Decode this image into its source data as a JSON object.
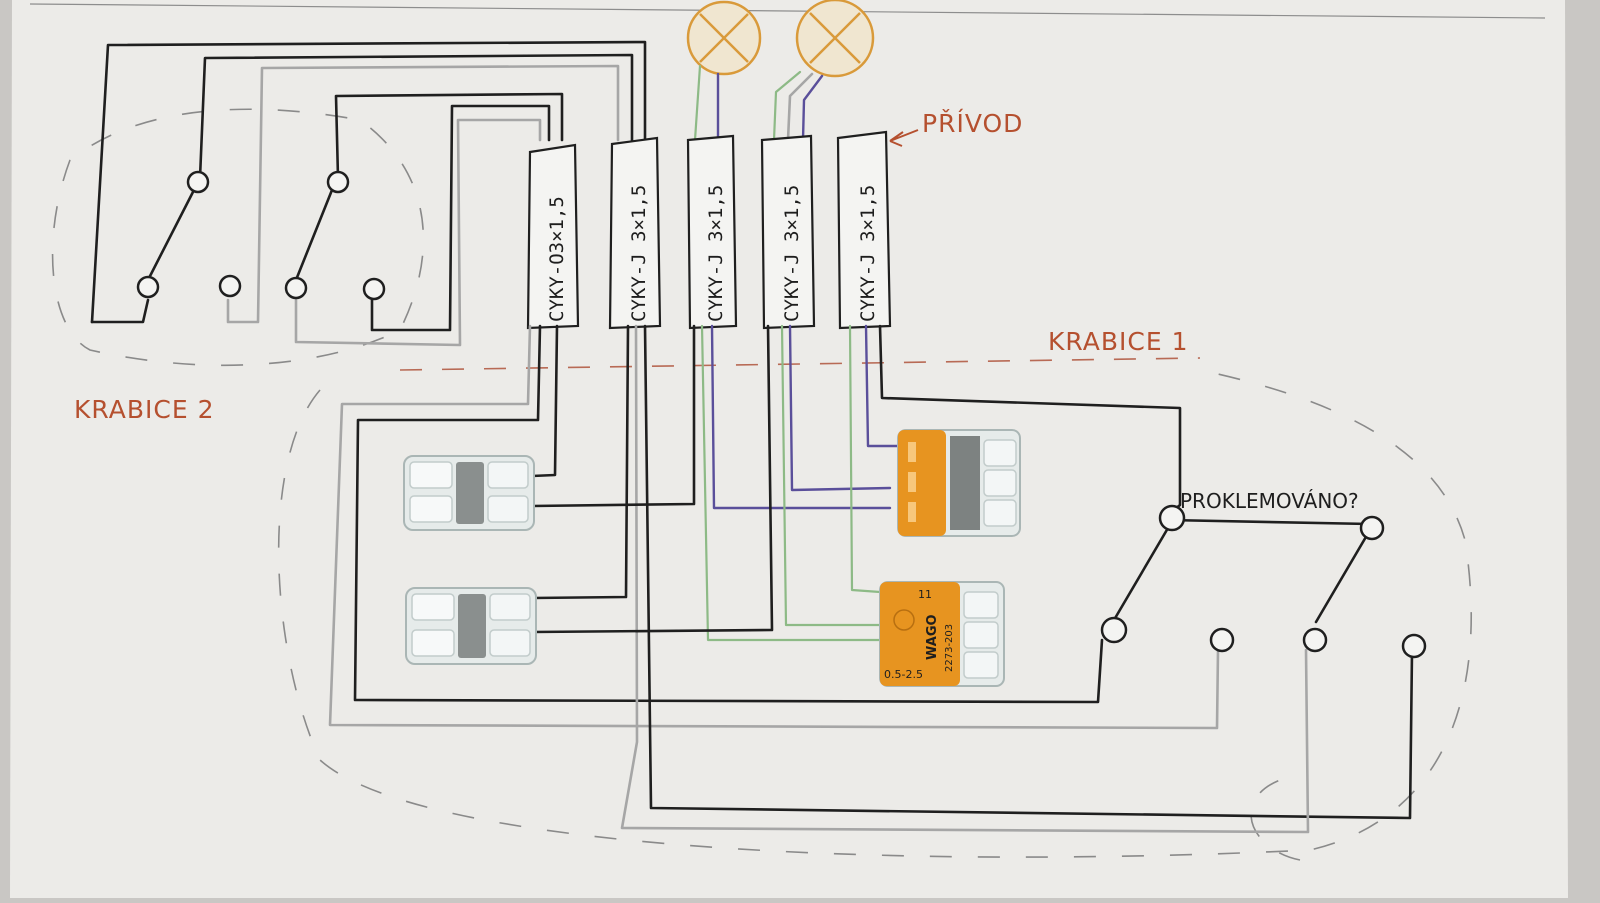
{
  "labels": {
    "privod": "PŘÍVOD",
    "box1": "KRABICE 1",
    "box2": "KRABICE 2",
    "bridged": "PROKLEMOVÁNO?"
  },
  "cables": [
    "CYKY-O3×1,5",
    "CYKY-J 3×1,5",
    "CYKY-J 3×1,5",
    "CYKY-J 3×1,5",
    "CYKY-J 3×1,5"
  ],
  "connectors": {
    "wago_rating_top": "11",
    "wago_brand": "WAGO",
    "wago_model": "2273-203",
    "wago_range": "0.5-2.5"
  },
  "colors": {
    "paper": "#ecebe8",
    "ink_black": "#1f1f1f",
    "wire_grey": "#a6a6a6",
    "wire_blue": "#5a4f9a",
    "wire_green": "#8dba86",
    "label_red": "#b5502f",
    "lamp_orange": "#d99a3a",
    "wago_orange": "#e79420"
  },
  "icons": [
    "lamp-icon",
    "switch-icon",
    "wago-connector-icon",
    "arrow-icon"
  ]
}
